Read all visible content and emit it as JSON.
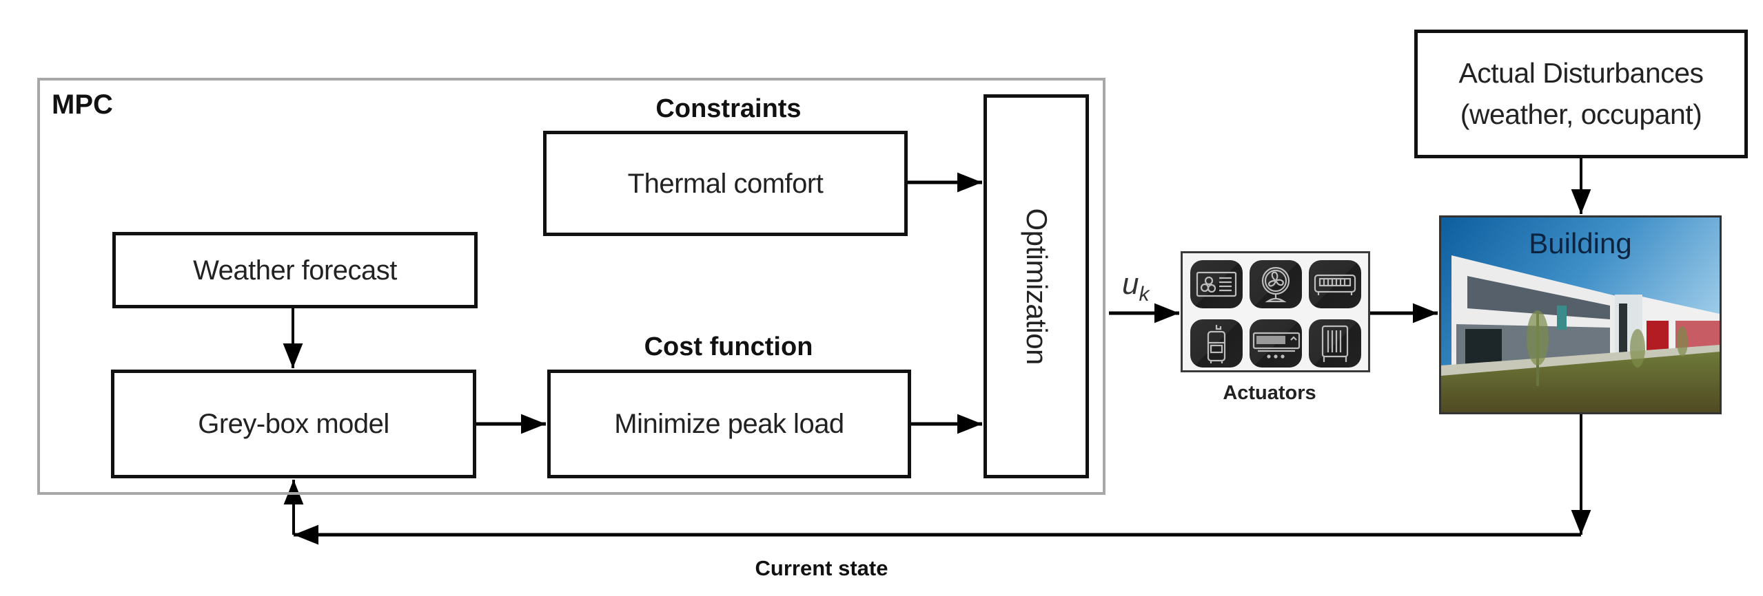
{
  "diagram": {
    "mpc": {
      "title": "MPC",
      "constraints_title": "Constraints",
      "cost_function_title": "Cost function",
      "blocks": {
        "weather_forecast": "Weather forecast",
        "grey_box_model": "Grey-box model",
        "thermal_comfort": "Thermal comfort",
        "minimize_peak_load": "Minimize peak load",
        "optimization": "Optimization"
      }
    },
    "control_signal": {
      "symbol": "u",
      "subscript": "k"
    },
    "actuators": {
      "label": "Actuators",
      "icons": [
        "fan-coil-unit-icon",
        "desk-fan-icon",
        "wall-heater-icon",
        "water-heater-icon",
        "split-air-conditioner-icon",
        "radiator-icon"
      ]
    },
    "disturbances": {
      "line1": "Actual Disturbances",
      "line2": "(weather, occupant)"
    },
    "building": {
      "label": "Building"
    },
    "feedback": {
      "label": "Current state"
    },
    "edges": [
      {
        "from": "Weather forecast",
        "to": "Grey-box model"
      },
      {
        "from": "Grey-box model",
        "to": "Minimize peak load"
      },
      {
        "from": "Thermal comfort",
        "to": "Optimization"
      },
      {
        "from": "Minimize peak load",
        "to": "Optimization"
      },
      {
        "from": "Optimization",
        "to": "Actuators",
        "label": "u_k"
      },
      {
        "from": "Actuators",
        "to": "Building"
      },
      {
        "from": "Actual Disturbances",
        "to": "Building"
      },
      {
        "from": "Building",
        "to": "Grey-box model",
        "label": "Current state"
      }
    ]
  }
}
